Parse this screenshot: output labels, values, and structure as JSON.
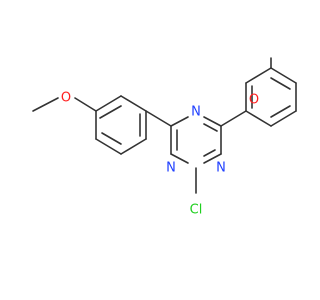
{
  "molecule": {
    "atoms": {
      "n1": {
        "symbol": "N",
        "color": "#1f3fff"
      },
      "n2": {
        "symbol": "N",
        "color": "#1f3fff"
      },
      "n3": {
        "symbol": "N",
        "color": "#1f3fff"
      },
      "cl": {
        "symbol": "Cl",
        "color": "#1fcf1f"
      },
      "o_left": {
        "symbol": "O",
        "color": "#ff1f1f"
      },
      "o_right": {
        "symbol": "O",
        "color": "#ff1f1f"
      }
    },
    "bond_color": "#333333",
    "background": "#ffffff"
  }
}
